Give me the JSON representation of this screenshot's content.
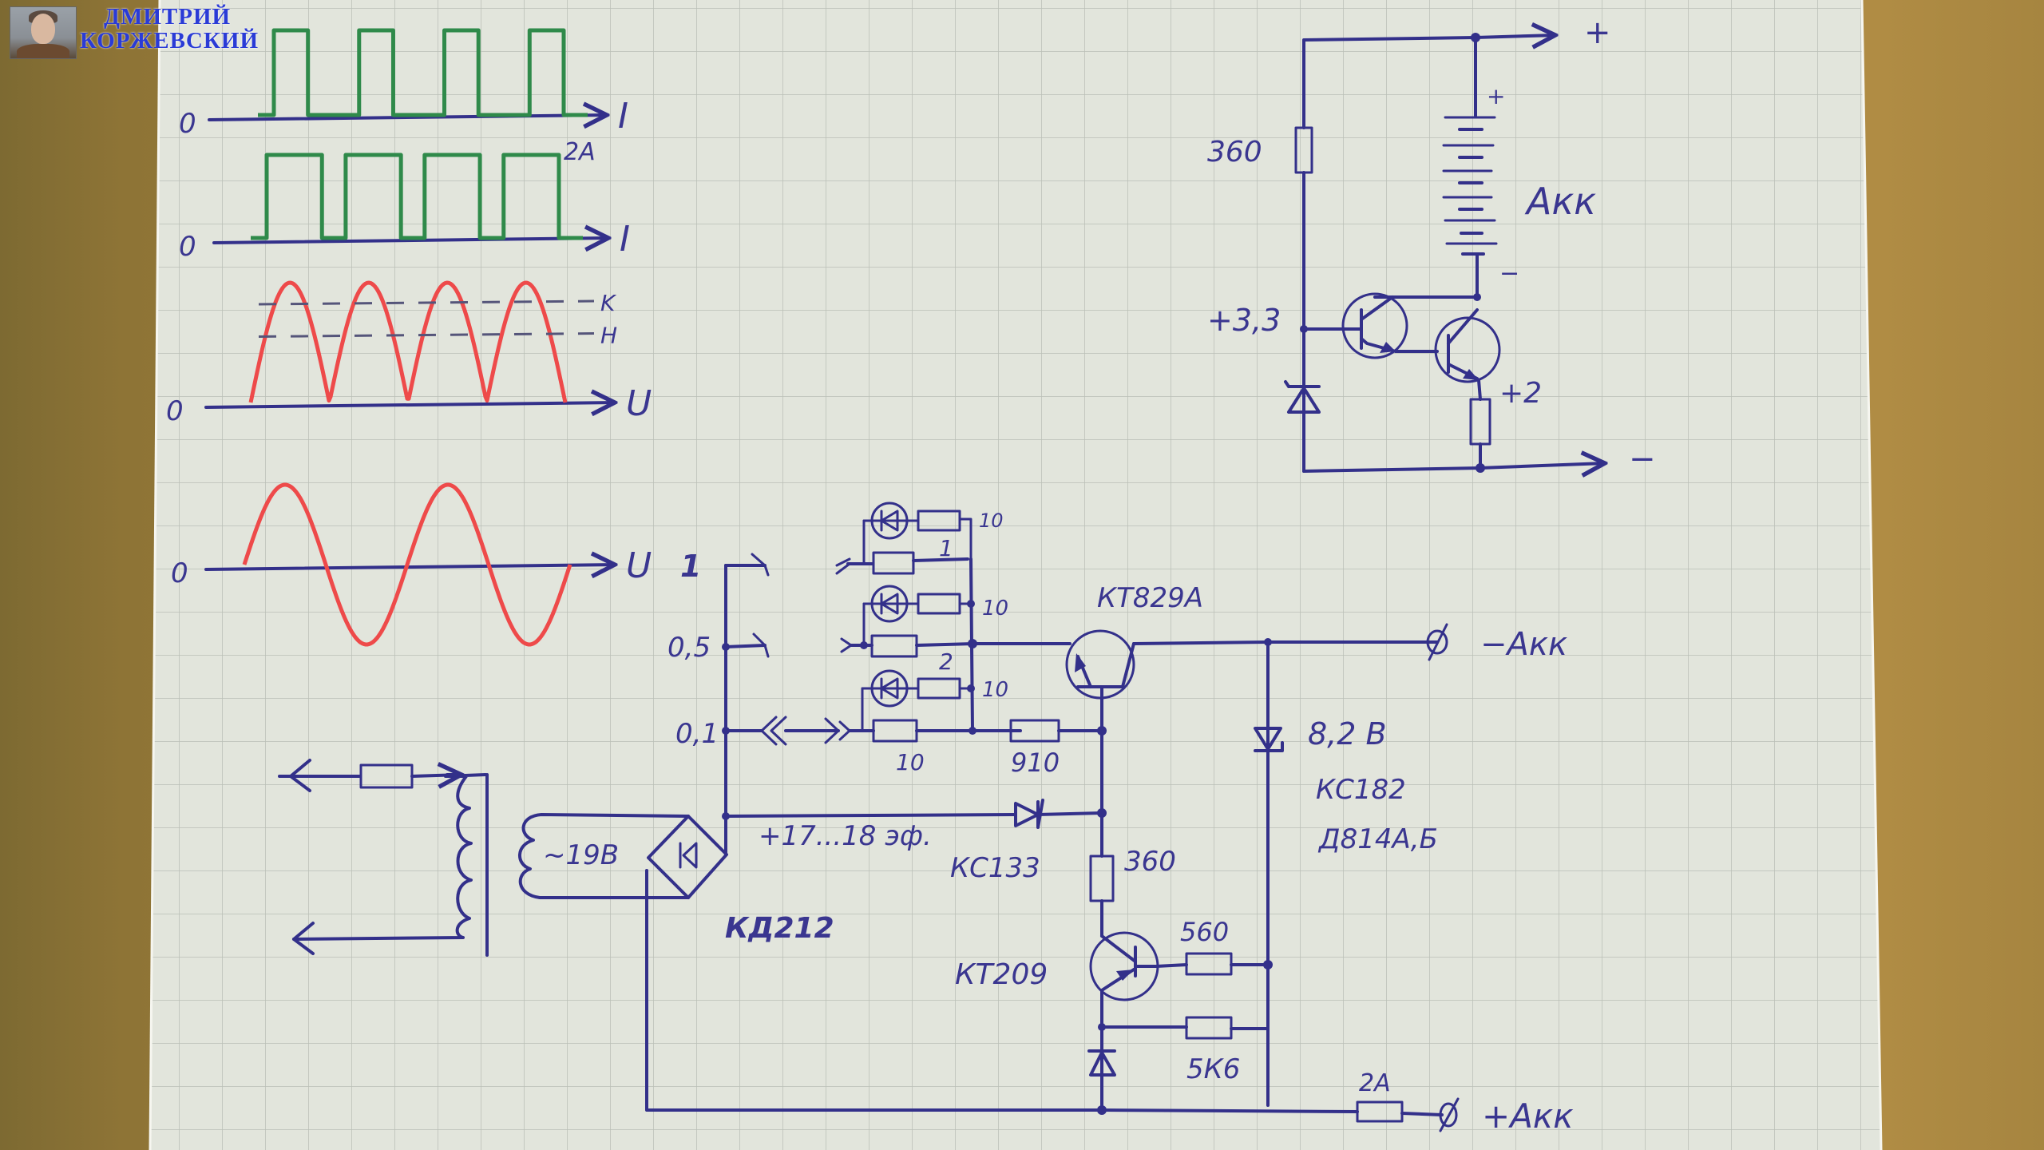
{
  "watermark": {
    "line1": "ДМИТРИЙ",
    "line2": "КОРЖЕВСКИЙ",
    "color": "#2a3bd6"
  },
  "colors": {
    "ink": "#33308a",
    "green_trace": "#2f8a4a",
    "red_trace": "#ee4a4a",
    "paper": "#e3e6dd",
    "desk": "#a98a45"
  },
  "waveforms": [
    {
      "id": "pulse-short",
      "type": "square",
      "color": "green",
      "zero_label": "0",
      "axis_label": "I",
      "pulses": 4,
      "duty": 0.4,
      "annotation": ""
    },
    {
      "id": "pulse-long",
      "type": "square",
      "color": "green",
      "zero_label": "0",
      "axis_label": "I",
      "pulses": 4,
      "duty": 0.7,
      "annotation": "2A"
    },
    {
      "id": "rectified",
      "type": "full-wave-rectified",
      "color": "red",
      "zero_label": "0",
      "axis_label": "U",
      "half_periods": 4,
      "levels": [
        {
          "label": "K",
          "fraction": 0.82
        },
        {
          "label": "H",
          "fraction": 0.55
        }
      ]
    },
    {
      "id": "sine",
      "type": "sine",
      "color": "red",
      "zero_label": "0",
      "axis_label": "U",
      "periods": 2
    }
  ],
  "top_circuit": {
    "plus_label": "+",
    "minus_label": "−",
    "resistor_label": "360",
    "battery_plus": "+",
    "battery_minus": "−",
    "battery_label": "Акк",
    "zener_voltage_label": "+3,3",
    "emitter_voltage_label": "+2"
  },
  "main_circuit": {
    "switch_positions": [
      "1",
      "0,5",
      "0,1"
    ],
    "indicator_resistors": [
      "10",
      "10",
      "10"
    ],
    "shunt_labels": [
      "1",
      "2"
    ],
    "shunt_bottom_label": "10",
    "base_resistor_label": "910",
    "transistor_main": "КТ829А",
    "output_minus_label": "−Акк",
    "output_plus_label": "+Акк",
    "zener_voltage": "8,2 В",
    "zener_types": [
      "КС182",
      "Д814А,Б"
    ],
    "rectifier_voltage": "+17...18 эф.",
    "zener_ref": "КС133",
    "resistor_360": "360",
    "transformer_voltage": "~19В",
    "bridge_label": "КД212",
    "transistor_small": "КТ209",
    "resistor_560": "560",
    "resistor_5k6": "5К6",
    "fuse_label": "2А"
  }
}
